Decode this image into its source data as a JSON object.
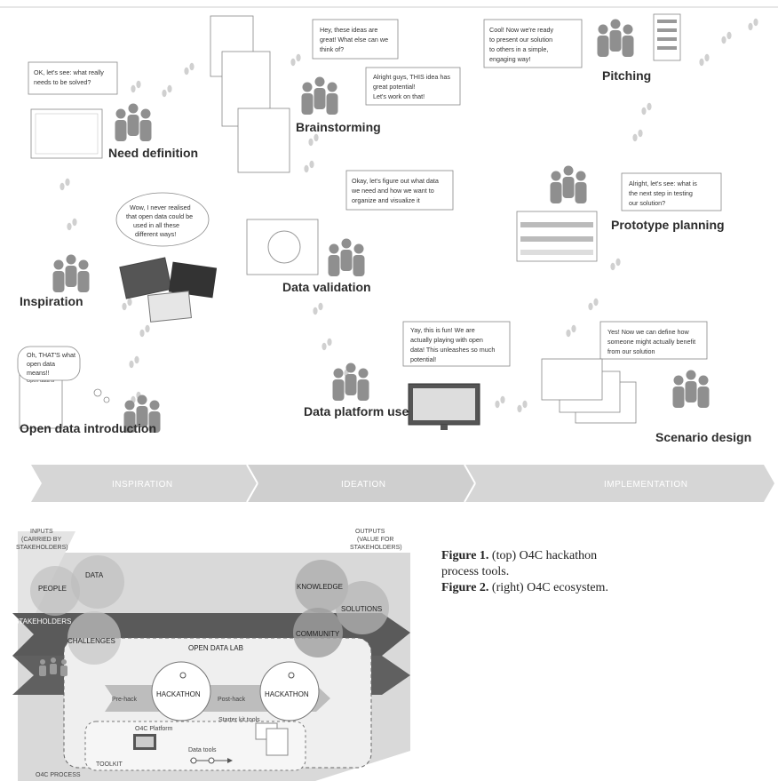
{
  "process": {
    "stages": [
      {
        "id": "open-data-introduction",
        "label": "Open data introduction"
      },
      {
        "id": "inspiration",
        "label": "Inspiration"
      },
      {
        "id": "need-definition",
        "label": "Need definition"
      },
      {
        "id": "brainstorming",
        "label": "Brainstorming"
      },
      {
        "id": "data-validation",
        "label": "Data validation"
      },
      {
        "id": "data-platform-use",
        "label": "Data platform use"
      },
      {
        "id": "pitching",
        "label": "Pitching"
      },
      {
        "id": "prototype-planning",
        "label": "Prototype planning"
      },
      {
        "id": "scenario-design",
        "label": "Scenario design"
      }
    ],
    "bubbles": {
      "intro": [
        "Oh, THAT'S what",
        "open data",
        "means!!"
      ],
      "inspiration": [
        "Wow, I never realised",
        "that open data could be",
        "used in all these",
        "different ways!"
      ],
      "need": [
        "OK, let's see: what really",
        "needs to be solved?"
      ],
      "brain1": [
        "Hey, these ideas are",
        "great! What else can we",
        "think of?"
      ],
      "brain2": [
        "Alright guys, THIS idea has",
        "great potential!",
        "Let's work on that!"
      ],
      "validation": [
        "Okay, let's figure out what data",
        "we need and how we want to",
        "organize and visualize it"
      ],
      "platform": [
        "Yay, this is fun! We are",
        "actually playing with open",
        "data! This unleashes so much",
        "potential!"
      ],
      "pitching": [
        "Cool! Now we're ready",
        "to present our solution",
        "to others in a simple,",
        "engaging way!"
      ],
      "prototype": [
        "Alright, let's see: what is",
        "the next step in testing",
        "our solution?"
      ],
      "scenario": [
        "Yes! Now we can define how",
        "someone might actually benefit",
        "from our solution"
      ]
    },
    "card_text": "Open data is",
    "phases": [
      "INSPIRATION",
      "IDEATION",
      "IMPLEMENTATION"
    ]
  },
  "ecosystem": {
    "inputs": [
      "INPUTS",
      "(CARRIED BY",
      "STAKEHOLDERS)"
    ],
    "outputs": [
      "OUTPUTS",
      "(VALUE FOR",
      "STAKEHOLDERS)"
    ],
    "circles": {
      "people": "PEOPLE",
      "data": "DATA",
      "challenges": "CHALLENGES",
      "knowledge": "KNOWLEDGE",
      "solutions": "SOLUTIONS",
      "community": "COMMUNITY"
    },
    "stakeholders": "STAKEHOLDERS",
    "open_data_lab": "OPEN DATA LAB",
    "hackathon": "HACKATHON",
    "pre_hack": "Pre-hack",
    "post_hack": "Post-hack",
    "platform": "O4C Platform",
    "starter_kit": "Starter kit tools",
    "data_tools": "Data tools",
    "toolkit": "TOOLKIT",
    "o4c_process": "O4C PROCESS"
  },
  "caption": {
    "fig1_label": "Figure 1.",
    "fig1_text": " (top) O4C hackathon process tools.",
    "fig2_label": "Figure 2.",
    "fig2_text": " (right) O4C ecosystem."
  }
}
